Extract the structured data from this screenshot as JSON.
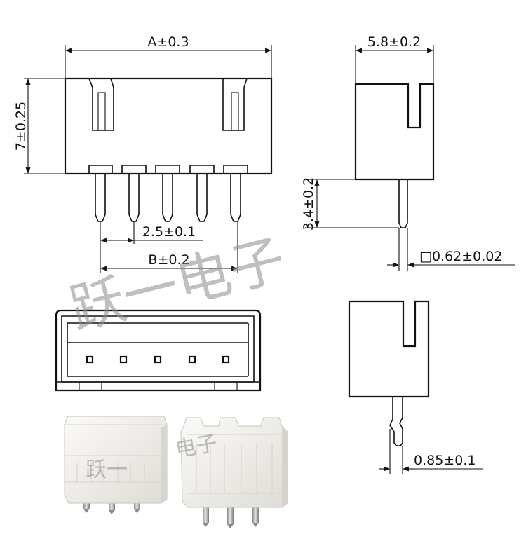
{
  "dimensions": {
    "width_a": "A±0.3",
    "height_7": "7±0.25",
    "pitch": "2.5±0.1",
    "width_b": "B±0.2",
    "depth": "5.8±0.2",
    "pin_length": "3.4±0.2",
    "pin_square": "□0.62±0.02",
    "pin_bend": "0.85±0.1"
  },
  "watermark": {
    "large": "跃一电子",
    "small_left": "跃一",
    "small_right": "电子"
  },
  "colors": {
    "line": "#111111",
    "housing": "#efeeea",
    "pin_metal": "#b8b8b8",
    "watermark": "#8c8c8c"
  }
}
